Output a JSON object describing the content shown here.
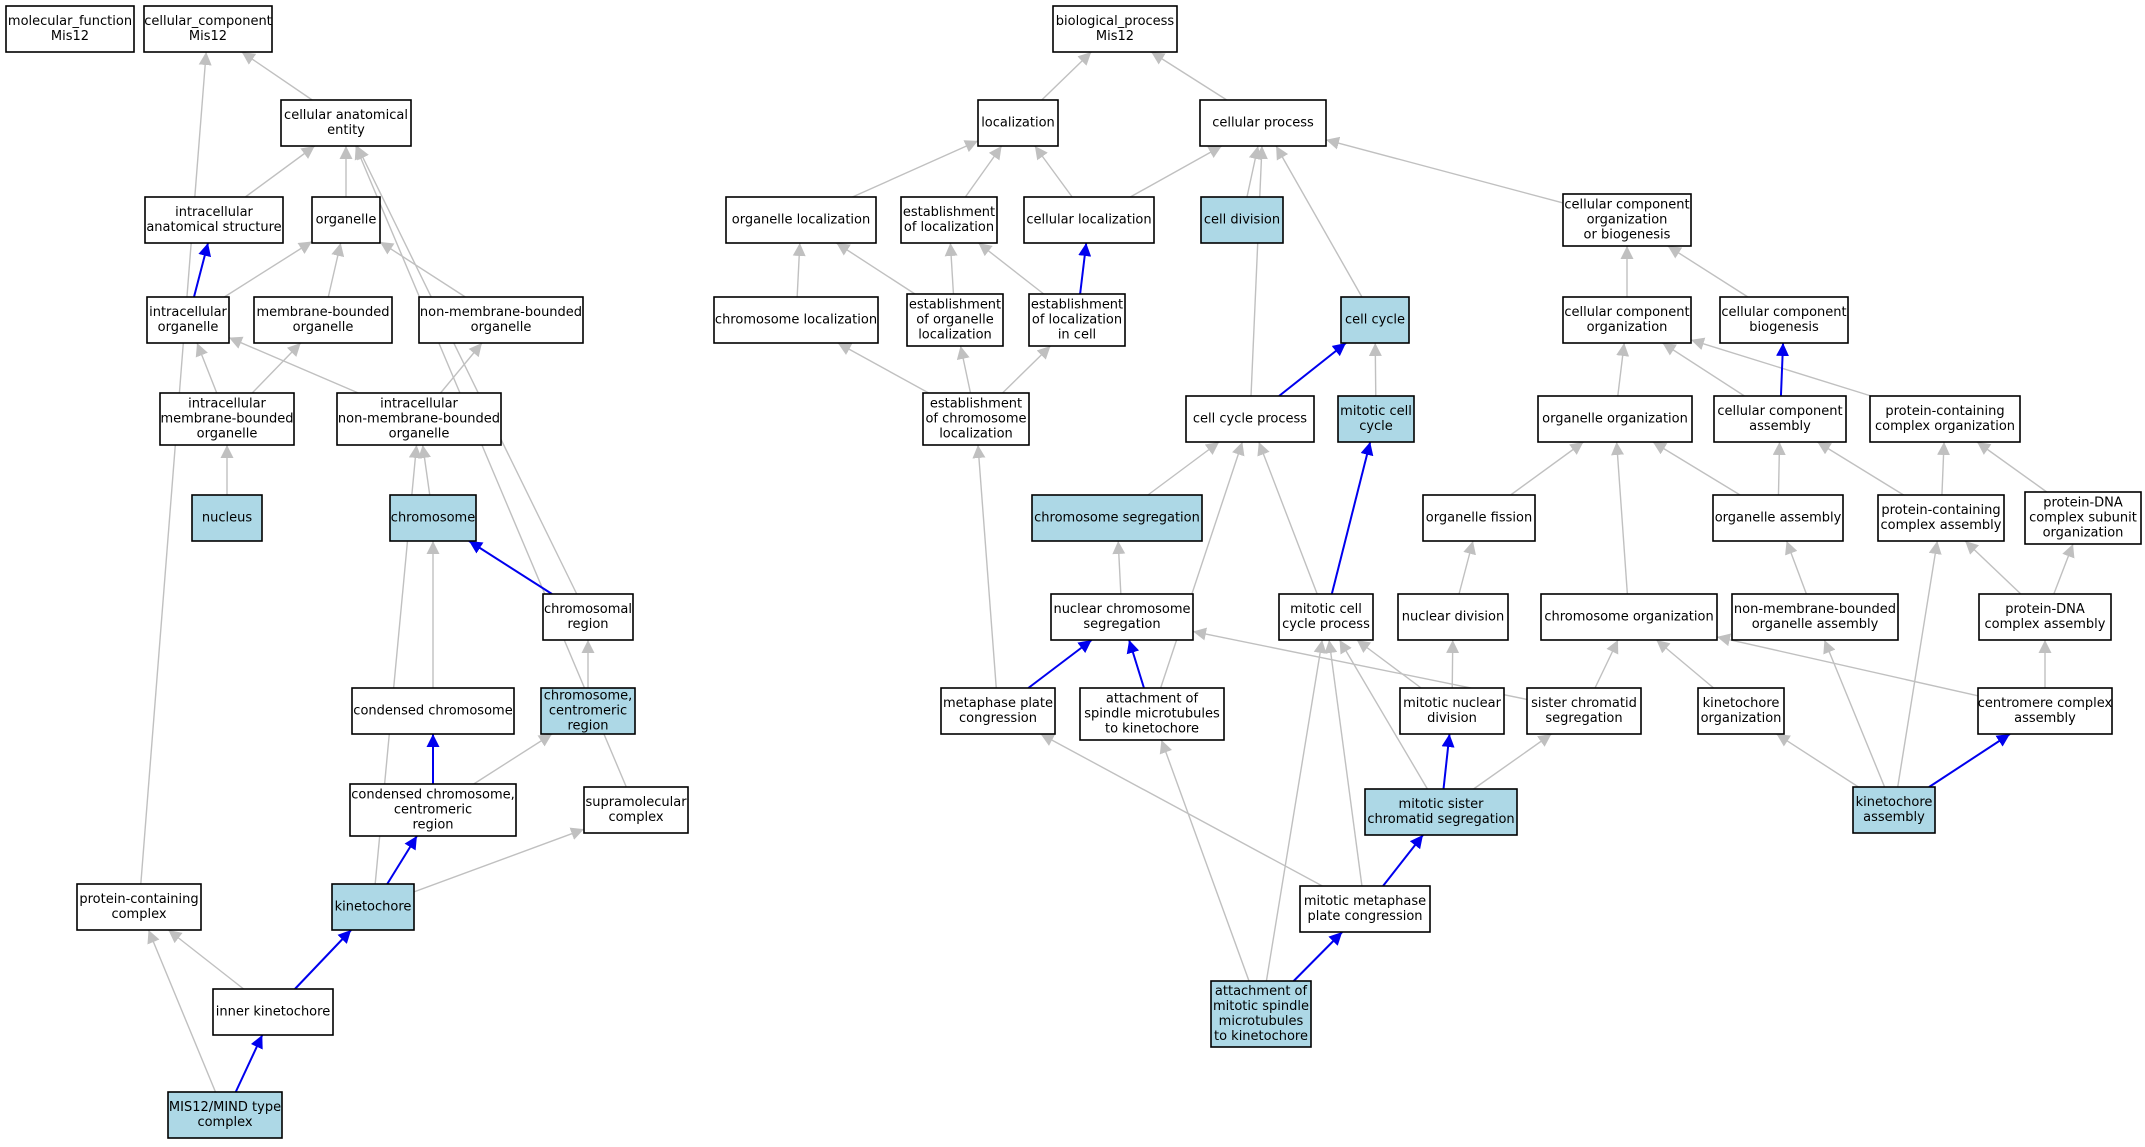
{
  "colors": {
    "highlight": "#add8e6",
    "node_fill": "#ffffff",
    "node_stroke": "#000000",
    "edge_gray": "#c0c0c0",
    "edge_blue": "#0000ee"
  },
  "nodes": [
    {
      "id": "mf",
      "lines": [
        "molecular_function",
        "Mis12"
      ],
      "hl": false
    },
    {
      "id": "cc",
      "lines": [
        "cellular_component",
        "Mis12"
      ],
      "hl": false
    },
    {
      "id": "cae",
      "lines": [
        "cellular anatomical",
        "entity"
      ],
      "hl": false
    },
    {
      "id": "ias",
      "lines": [
        "intracellular",
        "anatomical structure"
      ],
      "hl": false
    },
    {
      "id": "org",
      "lines": [
        "organelle"
      ],
      "hl": false
    },
    {
      "id": "io",
      "lines": [
        "intracellular",
        "organelle"
      ],
      "hl": false
    },
    {
      "id": "mbo",
      "lines": [
        "membrane-bounded",
        "organelle"
      ],
      "hl": false
    },
    {
      "id": "nmbo",
      "lines": [
        "non-membrane-bounded",
        "organelle"
      ],
      "hl": false
    },
    {
      "id": "imbo",
      "lines": [
        "intracellular",
        "membrane-bounded",
        "organelle"
      ],
      "hl": false
    },
    {
      "id": "inmbo",
      "lines": [
        "intracellular",
        "non-membrane-bounded",
        "organelle"
      ],
      "hl": false
    },
    {
      "id": "nuc",
      "lines": [
        "nucleus"
      ],
      "hl": true
    },
    {
      "id": "chr",
      "lines": [
        "chromosome"
      ],
      "hl": true
    },
    {
      "id": "chrreg",
      "lines": [
        "chromosomal",
        "region"
      ],
      "hl": false
    },
    {
      "id": "ccr",
      "lines": [
        "chromosome,",
        "centromeric",
        "region"
      ],
      "hl": true
    },
    {
      "id": "condchr",
      "lines": [
        "condensed chromosome"
      ],
      "hl": false
    },
    {
      "id": "condcen",
      "lines": [
        "condensed chromosome,",
        "centromeric",
        "region"
      ],
      "hl": false
    },
    {
      "id": "supra",
      "lines": [
        "supramolecular",
        "complex"
      ],
      "hl": false
    },
    {
      "id": "pcc",
      "lines": [
        "protein-containing",
        "complex"
      ],
      "hl": false
    },
    {
      "id": "kin",
      "lines": [
        "kinetochore"
      ],
      "hl": true
    },
    {
      "id": "ikin",
      "lines": [
        "inner kinetochore"
      ],
      "hl": false
    },
    {
      "id": "mis12",
      "lines": [
        "MIS12/MIND type",
        "complex"
      ],
      "hl": true
    },
    {
      "id": "bp",
      "lines": [
        "biological_process",
        "Mis12"
      ],
      "hl": false
    },
    {
      "id": "loc",
      "lines": [
        "localization"
      ],
      "hl": false
    },
    {
      "id": "cp",
      "lines": [
        "cellular process"
      ],
      "hl": false
    },
    {
      "id": "orgloc",
      "lines": [
        "organelle localization"
      ],
      "hl": false
    },
    {
      "id": "estloc",
      "lines": [
        "establishment",
        "of localization"
      ],
      "hl": false
    },
    {
      "id": "cellloc",
      "lines": [
        "cellular localization"
      ],
      "hl": false
    },
    {
      "id": "celldiv",
      "lines": [
        "cell division"
      ],
      "hl": true
    },
    {
      "id": "ccob",
      "lines": [
        "cellular component",
        "organization",
        "or biogenesis"
      ],
      "hl": false
    },
    {
      "id": "chrloc",
      "lines": [
        "chromosome localization"
      ],
      "hl": false
    },
    {
      "id": "eoorg",
      "lines": [
        "establishment",
        "of organelle",
        "localization"
      ],
      "hl": false
    },
    {
      "id": "elcell",
      "lines": [
        "establishment",
        "of localization",
        "in cell"
      ],
      "hl": false
    },
    {
      "id": "ccyc",
      "lines": [
        "cell cycle"
      ],
      "hl": true
    },
    {
      "id": "cco",
      "lines": [
        "cellular component",
        "organization"
      ],
      "hl": false
    },
    {
      "id": "ccb",
      "lines": [
        "cellular component",
        "biogenesis"
      ],
      "hl": false
    },
    {
      "id": "ecl",
      "lines": [
        "establishment",
        "of chromosome",
        "localization"
      ],
      "hl": false
    },
    {
      "id": "ccp",
      "lines": [
        "cell cycle process"
      ],
      "hl": false
    },
    {
      "id": "mcc",
      "lines": [
        "mitotic cell",
        "cycle"
      ],
      "hl": true
    },
    {
      "id": "orgorg",
      "lines": [
        "organelle organization"
      ],
      "hl": false
    },
    {
      "id": "cca",
      "lines": [
        "cellular component",
        "assembly"
      ],
      "hl": false
    },
    {
      "id": "pcco",
      "lines": [
        "protein-containing",
        "complex organization"
      ],
      "hl": false
    },
    {
      "id": "chrseg",
      "lines": [
        "chromosome segregation"
      ],
      "hl": true
    },
    {
      "id": "orgfis",
      "lines": [
        "organelle fission"
      ],
      "hl": false
    },
    {
      "id": "orgass",
      "lines": [
        "organelle assembly"
      ],
      "hl": false
    },
    {
      "id": "pcca",
      "lines": [
        "protein-containing",
        "complex assembly"
      ],
      "hl": false
    },
    {
      "id": "pdcso",
      "lines": [
        "protein-DNA",
        "complex subunit",
        "organization"
      ],
      "hl": false
    },
    {
      "id": "ncs",
      "lines": [
        "nuclear chromosome",
        "segregation"
      ],
      "hl": false
    },
    {
      "id": "mccp",
      "lines": [
        "mitotic cell",
        "cycle process"
      ],
      "hl": false
    },
    {
      "id": "nucdiv",
      "lines": [
        "nuclear division"
      ],
      "hl": false
    },
    {
      "id": "chrorg",
      "lines": [
        "chromosome organization"
      ],
      "hl": false
    },
    {
      "id": "nmboa",
      "lines": [
        "non-membrane-bounded",
        "organelle assembly"
      ],
      "hl": false
    },
    {
      "id": "pdca",
      "lines": [
        "protein-DNA",
        "complex assembly"
      ],
      "hl": false
    },
    {
      "id": "mpc",
      "lines": [
        "metaphase plate",
        "congression"
      ],
      "hl": false
    },
    {
      "id": "asmk",
      "lines": [
        "attachment of",
        "spindle microtubules",
        "to kinetochore"
      ],
      "hl": false
    },
    {
      "id": "mnd",
      "lines": [
        "mitotic nuclear",
        "division"
      ],
      "hl": false
    },
    {
      "id": "scs",
      "lines": [
        "sister chromatid",
        "segregation"
      ],
      "hl": false
    },
    {
      "id": "kinorg",
      "lines": [
        "kinetochore",
        "organization"
      ],
      "hl": false
    },
    {
      "id": "cenca",
      "lines": [
        "centromere complex",
        "assembly"
      ],
      "hl": false
    },
    {
      "id": "mscs",
      "lines": [
        "mitotic sister",
        "chromatid segregation"
      ],
      "hl": true
    },
    {
      "id": "kinass",
      "lines": [
        "kinetochore",
        "assembly"
      ],
      "hl": true
    },
    {
      "id": "mmpc",
      "lines": [
        "mitotic metaphase",
        "plate congression"
      ],
      "hl": false
    },
    {
      "id": "amsmk",
      "lines": [
        "attachment of",
        "mitotic spindle",
        "microtubules",
        "to kinetochore"
      ],
      "hl": true
    }
  ],
  "edges": [
    [
      "cae",
      "cc",
      "gray"
    ],
    [
      "pcc",
      "cc",
      "gray"
    ],
    [
      "ias",
      "cae",
      "gray"
    ],
    [
      "org",
      "cae",
      "gray"
    ],
    [
      "chrreg",
      "cae",
      "gray"
    ],
    [
      "supra",
      "cae",
      "gray"
    ],
    [
      "io",
      "ias",
      "blue"
    ],
    [
      "io",
      "org",
      "gray"
    ],
    [
      "mbo",
      "org",
      "gray"
    ],
    [
      "nmbo",
      "org",
      "gray"
    ],
    [
      "imbo",
      "io",
      "gray"
    ],
    [
      "inmbo",
      "io",
      "gray"
    ],
    [
      "imbo",
      "mbo",
      "gray"
    ],
    [
      "inmbo",
      "nmbo",
      "gray"
    ],
    [
      "nuc",
      "imbo",
      "gray"
    ],
    [
      "chr",
      "inmbo",
      "gray"
    ],
    [
      "kin",
      "inmbo",
      "gray"
    ],
    [
      "chrreg",
      "chr",
      "blue"
    ],
    [
      "condchr",
      "chr",
      "gray"
    ],
    [
      "ccr",
      "chrreg",
      "gray"
    ],
    [
      "condcen",
      "condchr",
      "blue"
    ],
    [
      "condcen",
      "ccr",
      "gray"
    ],
    [
      "kin",
      "condcen",
      "blue"
    ],
    [
      "kin",
      "supra",
      "gray"
    ],
    [
      "ikin",
      "kin",
      "blue"
    ],
    [
      "ikin",
      "pcc",
      "gray"
    ],
    [
      "mis12",
      "pcc",
      "gray"
    ],
    [
      "mis12",
      "ikin",
      "blue"
    ],
    [
      "loc",
      "bp",
      "gray"
    ],
    [
      "cp",
      "bp",
      "gray"
    ],
    [
      "orgloc",
      "loc",
      "gray"
    ],
    [
      "estloc",
      "loc",
      "gray"
    ],
    [
      "cellloc",
      "loc",
      "gray"
    ],
    [
      "cellloc",
      "cp",
      "gray"
    ],
    [
      "celldiv",
      "cp",
      "gray"
    ],
    [
      "ccyc",
      "cp",
      "gray"
    ],
    [
      "ccp",
      "cp",
      "gray"
    ],
    [
      "ccob",
      "cp",
      "gray"
    ],
    [
      "chrloc",
      "orgloc",
      "gray"
    ],
    [
      "eoorg",
      "orgloc",
      "gray"
    ],
    [
      "eoorg",
      "estloc",
      "gray"
    ],
    [
      "elcell",
      "estloc",
      "gray"
    ],
    [
      "elcell",
      "cellloc",
      "blue"
    ],
    [
      "ecl",
      "chrloc",
      "gray"
    ],
    [
      "ecl",
      "eoorg",
      "gray"
    ],
    [
      "ecl",
      "elcell",
      "gray"
    ],
    [
      "mcc",
      "ccyc",
      "gray"
    ],
    [
      "ccp",
      "ccyc",
      "blue"
    ],
    [
      "cco",
      "ccob",
      "gray"
    ],
    [
      "ccb",
      "ccob",
      "gray"
    ],
    [
      "orgorg",
      "cco",
      "gray"
    ],
    [
      "cca",
      "cco",
      "gray"
    ],
    [
      "pcco",
      "cco",
      "gray"
    ],
    [
      "cca",
      "ccb",
      "blue"
    ],
    [
      "mccp",
      "mcc",
      "blue"
    ],
    [
      "chrseg",
      "ccp",
      "gray"
    ],
    [
      "mccp",
      "ccp",
      "gray"
    ],
    [
      "asmk",
      "ccp",
      "gray"
    ],
    [
      "orgfis",
      "orgorg",
      "gray"
    ],
    [
      "chrorg",
      "orgorg",
      "gray"
    ],
    [
      "orgass",
      "orgorg",
      "gray"
    ],
    [
      "orgass",
      "cca",
      "gray"
    ],
    [
      "pcca",
      "cca",
      "gray"
    ],
    [
      "pcca",
      "pcco",
      "gray"
    ],
    [
      "pdcso",
      "pcco",
      "gray"
    ],
    [
      "ncs",
      "chrseg",
      "gray"
    ],
    [
      "nucdiv",
      "orgfis",
      "gray"
    ],
    [
      "nmboa",
      "orgass",
      "gray"
    ],
    [
      "pdca",
      "pdcso",
      "gray"
    ],
    [
      "kinass",
      "pcca",
      "gray"
    ],
    [
      "pdca",
      "pcca",
      "gray"
    ],
    [
      "mpc",
      "ncs",
      "blue"
    ],
    [
      "asmk",
      "ncs",
      "blue"
    ],
    [
      "scs",
      "ncs",
      "gray"
    ],
    [
      "mpc",
      "ecl",
      "gray"
    ],
    [
      "mnd",
      "mccp",
      "gray"
    ],
    [
      "mscs",
      "mccp",
      "gray"
    ],
    [
      "mmpc",
      "mccp",
      "gray"
    ],
    [
      "amsmk",
      "mccp",
      "gray"
    ],
    [
      "mnd",
      "nucdiv",
      "gray"
    ],
    [
      "scs",
      "chrorg",
      "gray"
    ],
    [
      "kinorg",
      "chrorg",
      "gray"
    ],
    [
      "cenca",
      "chrorg",
      "gray"
    ],
    [
      "kinass",
      "nmboa",
      "gray"
    ],
    [
      "cenca",
      "pdca",
      "gray"
    ],
    [
      "mscs",
      "mnd",
      "blue"
    ],
    [
      "mscs",
      "scs",
      "gray"
    ],
    [
      "kinass",
      "kinorg",
      "gray"
    ],
    [
      "kinass",
      "cenca",
      "blue"
    ],
    [
      "mmpc",
      "mpc",
      "gray"
    ],
    [
      "amsmk",
      "asmk",
      "gray"
    ],
    [
      "mmpc",
      "mscs",
      "blue"
    ],
    [
      "amsmk",
      "mmpc",
      "blue"
    ]
  ]
}
